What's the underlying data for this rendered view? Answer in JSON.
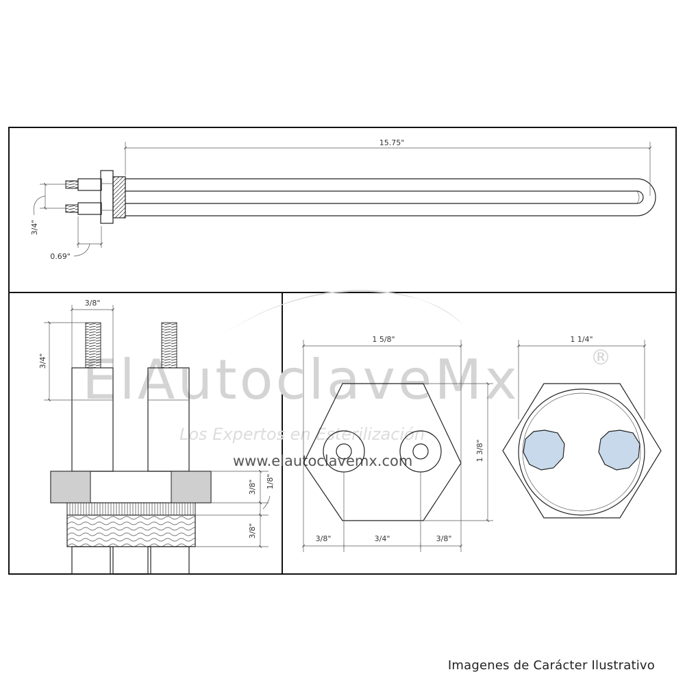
{
  "dimensions": {
    "length": "15.75\"",
    "terminal_spacing_top": "3/4\"",
    "terminal_offset": "0.69\"",
    "terminal_width": "3/8\"",
    "terminal_length": "3/4\"",
    "nut_height": "3/8\"",
    "flange_thickness": "1/8\"",
    "thread_height": "3/8\"",
    "hex_width": "1 5/8\"",
    "hex_height": "1 3/8\"",
    "hex_left_edge": "3/8\"",
    "hex_center_spacing": "3/4\"",
    "hex_right_edge": "3/8\"",
    "thread_diameter": "1 1/4\""
  },
  "watermark": {
    "brand": "ElAutoclaveMx",
    "registered": "®",
    "tagline": "Los Expertos en Esterilización",
    "url": "www.elautoclavemx.com"
  },
  "caption": "Imagenes de Carácter Ilustrativo",
  "colors": {
    "line": "#222222",
    "watermark": "#d4d4d4",
    "insulator_fill": "#c7d9ea",
    "nut_fill": "#cfcfcf"
  }
}
